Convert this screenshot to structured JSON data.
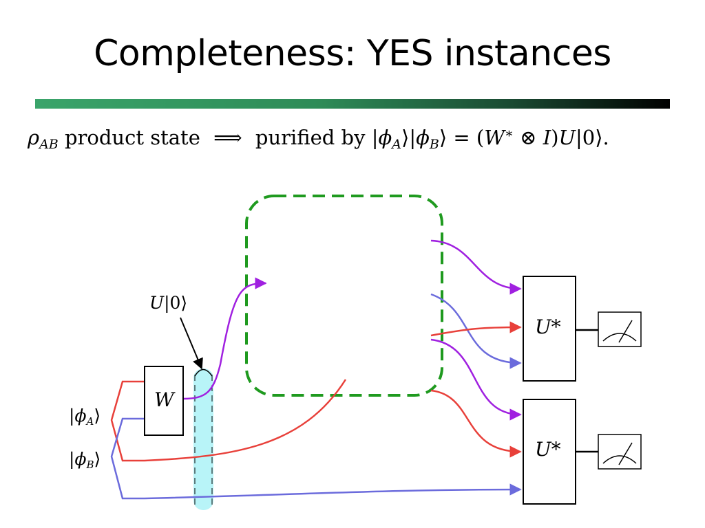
{
  "slide": {
    "title": "Completeness: YES instances"
  },
  "formula": {
    "rho": "ρ",
    "rho_sub": "AB",
    "text_product_state": "product state",
    "implies": "⟹",
    "text_purified_by": "purified by",
    "ket_open1": "|",
    "phi1": "ϕ",
    "phi1_sub": "A",
    "ket_close1": "⟩|",
    "phi2": "ϕ",
    "phi2_sub": "B",
    "ket_close2": "⟩ = (",
    "W": "W",
    "W_sup": "∗",
    "tensor": " ⊗ ",
    "I": "I",
    "paren_close": ")",
    "U": "U",
    "ket_zero": "|0⟩."
  },
  "diagram": {
    "gate_W": "W",
    "gate_U1": "U*",
    "gate_U2": "U*",
    "label_U0_U": "U",
    "label_U0_ket": "|0⟩",
    "label_phiA_open": "|",
    "label_phiA_phi": "ϕ",
    "label_phiA_sub": "A",
    "label_phiA_close": "⟩",
    "label_phiB_open": "|",
    "label_phiB_phi": "ϕ",
    "label_phiB_sub": "B",
    "label_phiB_close": "⟩",
    "meter_icon_1": "measurement-meter-icon",
    "meter_icon_2": "measurement-meter-icon",
    "colors": {
      "red_wire": "#e8403a",
      "blue_wire": "#6b6bdc",
      "purple_wire": "#a020e0",
      "dashed_box": "#1f9a1f",
      "highlight": "#b8f4f8"
    }
  }
}
